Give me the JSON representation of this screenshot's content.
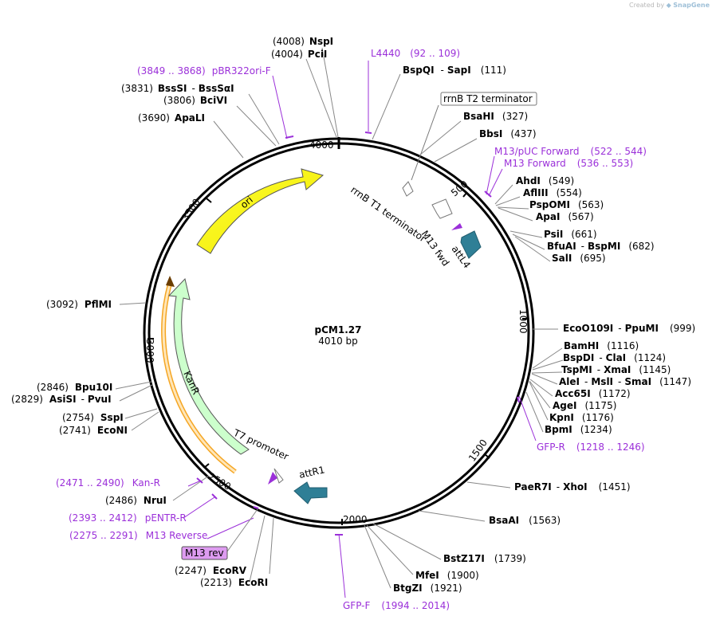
{
  "credit": {
    "prefix": "Created by",
    "brand": "SnapGene"
  },
  "plasmid": {
    "name": "pCM1.27",
    "size_label": "4010 bp"
  },
  "ticks": [
    "500",
    "1000",
    "1500",
    "2000",
    "2500",
    "3000",
    "3500",
    "4000"
  ],
  "features": {
    "ori": "ori",
    "kanr": "KanR",
    "attL4": "attL4",
    "attR1": "attR1",
    "rrnB_T1": "rrnB T1 terminator",
    "rrnB_T2": "rrnB T2 terminator",
    "m13fwd": "M13 fwd",
    "t7": "T7 promoter",
    "m13rev_box": "M13 rev"
  },
  "sites": {
    "s4008": {
      "pos": "(4008)",
      "name": "NspI"
    },
    "s4004": {
      "pos": "(4004)",
      "name": "PciI"
    },
    "s3831": {
      "pos": "(3831)",
      "name": "BssSI",
      "sep": "-",
      "name2": "BssSαI"
    },
    "s3806": {
      "pos": "(3806)",
      "name": "BciVI"
    },
    "s3690": {
      "pos": "(3690)",
      "name": "ApaLI"
    },
    "s111": {
      "name": "BspQI",
      "sep": "-",
      "name2": "SapI",
      "pos": "(111)"
    },
    "s327": {
      "name": "BsaHI",
      "pos": "(327)"
    },
    "s437": {
      "name": "BbsI",
      "pos": "(437)"
    },
    "s549": {
      "name": "AhdI",
      "pos": "(549)"
    },
    "s554": {
      "name": "AflIII",
      "pos": "(554)"
    },
    "s563": {
      "name": "PspOMI",
      "pos": "(563)"
    },
    "s567": {
      "name": "ApaI",
      "pos": "(567)"
    },
    "s661": {
      "name": "PsiI",
      "pos": "(661)"
    },
    "s682": {
      "name": "BfuAI",
      "sep": "-",
      "name2": "BspMI",
      "pos": "(682)"
    },
    "s695": {
      "name": "SalI",
      "pos": "(695)"
    },
    "s999": {
      "name": "EcoO109I",
      "sep": "-",
      "name2": "PpuMI",
      "pos": "(999)"
    },
    "s1116": {
      "name": "BamHI",
      "pos": "(1116)"
    },
    "s1124": {
      "name": "BspDI",
      "sep": "-",
      "name2": "ClaI",
      "pos": "(1124)"
    },
    "s1145": {
      "name": "TspMI",
      "sep": "-",
      "name2": "XmaI",
      "pos": "(1145)"
    },
    "s1147": {
      "name": "AleI",
      "sep": "-",
      "name2": "MslI",
      "sep2": "-",
      "name3": "SmaI",
      "pos": "(1147)"
    },
    "s1172": {
      "name": "Acc65I",
      "pos": "(1172)"
    },
    "s1175": {
      "name": "AgeI",
      "pos": "(1175)"
    },
    "s1176": {
      "name": "KpnI",
      "pos": "(1176)"
    },
    "s1234": {
      "name": "BpmI",
      "pos": "(1234)"
    },
    "s1451": {
      "name": "PaeR7I",
      "sep": "-",
      "name2": "XhoI",
      "pos": "(1451)"
    },
    "s1563": {
      "name": "BsaAI",
      "pos": "(1563)"
    },
    "s1739": {
      "name": "BstZ17I",
      "pos": "(1739)"
    },
    "s1900": {
      "name": "MfeI",
      "pos": "(1900)"
    },
    "s1921": {
      "name": "BtgZI",
      "pos": "(1921)"
    },
    "s3092": {
      "pos": "(3092)",
      "name": "PflMI"
    },
    "s2846": {
      "pos": "(2846)",
      "name": "Bpu10I"
    },
    "s2829": {
      "pos": "(2829)",
      "name": "AsiSI",
      "sep": "-",
      "name2": "PvuI"
    },
    "s2754": {
      "pos": "(2754)",
      "name": "SspI"
    },
    "s2741": {
      "pos": "(2741)",
      "name": "EcoNI"
    },
    "s2486": {
      "pos": "(2486)",
      "name": "NruI"
    },
    "s2247": {
      "pos": "(2247)",
      "name": "EcoRV"
    },
    "s2213": {
      "pos": "(2213)",
      "name": "EcoRI"
    }
  },
  "primers": {
    "L4440": {
      "name": "L4440",
      "range": "(92 .. 109)"
    },
    "pBR322ori": {
      "range": "(3849 .. 3868)",
      "name": "pBR322ori-F"
    },
    "M13pUC": {
      "name": "M13/pUC Forward",
      "range": "(522 .. 544)"
    },
    "M13F": {
      "name": "M13 Forward",
      "range": "(536 .. 553)"
    },
    "GFPR": {
      "name": "GFP-R",
      "range": "(1218 .. 1246)"
    },
    "GFPF": {
      "name": "GFP-F",
      "range": "(1994 .. 2014)"
    },
    "KanR": {
      "range": "(2471 .. 2490)",
      "name": "Kan-R"
    },
    "pENTR": {
      "range": "(2393 .. 2412)",
      "name": "pENTR-R"
    },
    "M13Rev": {
      "range": "(2275 .. 2291)",
      "name": "M13 Reverse"
    }
  },
  "colors": {
    "ori": "#ffff00",
    "kanr": "#ccffcc",
    "orf": "#f5a623",
    "att": "#2f7f96",
    "primer": "#9b30d9",
    "m13rev_box": "#dd9bf0"
  }
}
